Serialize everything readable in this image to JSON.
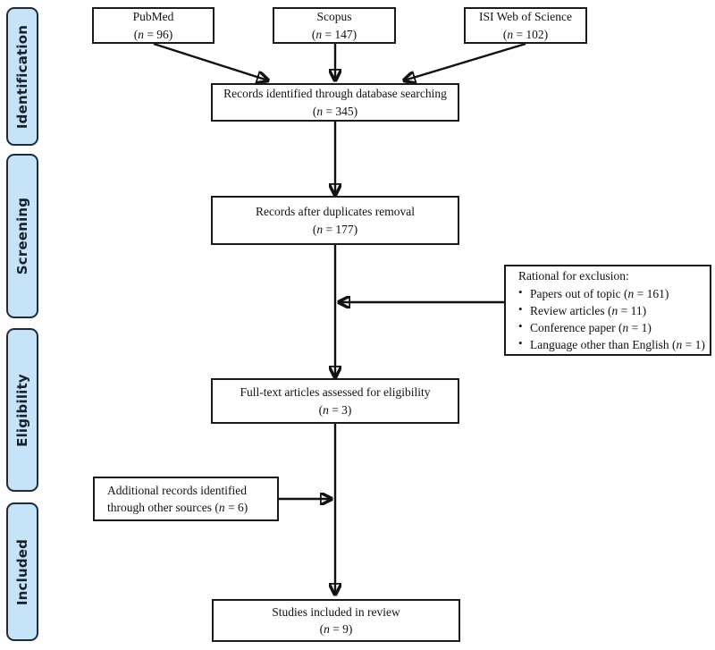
{
  "diagram": {
    "title": "PRISMA flow diagram",
    "accent_color": "#c6e3f7",
    "border_color": "#1d2b3a",
    "line_color": "#111111"
  },
  "stages": [
    {
      "label": "Identification"
    },
    {
      "label": "Screening"
    },
    {
      "label": "Eligibility"
    },
    {
      "label": "Included"
    }
  ],
  "sources": [
    {
      "name": "PubMed",
      "count": "(n = 96)"
    },
    {
      "name": "Scopus",
      "count": "(n = 147)"
    },
    {
      "name": "ISI Web of Science",
      "count": "(n = 102)"
    }
  ],
  "boxes": {
    "identified": {
      "line1": "Records identified through database searching",
      "line2": "(n = 345)"
    },
    "after_duplicates": {
      "line1": "Records after duplicates removal",
      "line2": "(n = 177)"
    },
    "full_text": {
      "line1": "Full-text articles assessed for eligibility",
      "line2": "(n = 3)"
    },
    "additional": {
      "line1": "Additional records identified",
      "line2": "through other sources (n = 6)"
    },
    "included": {
      "line1": "Studies included in review",
      "line2": "(n = 9)"
    }
  },
  "exclusions": {
    "title": "Rational for exclusion:",
    "items": [
      "Papers out of topic (n = 161)",
      "Review articles (n = 11)",
      "Conference paper (n = 1)",
      "Language other than English (n = 1)"
    ]
  }
}
